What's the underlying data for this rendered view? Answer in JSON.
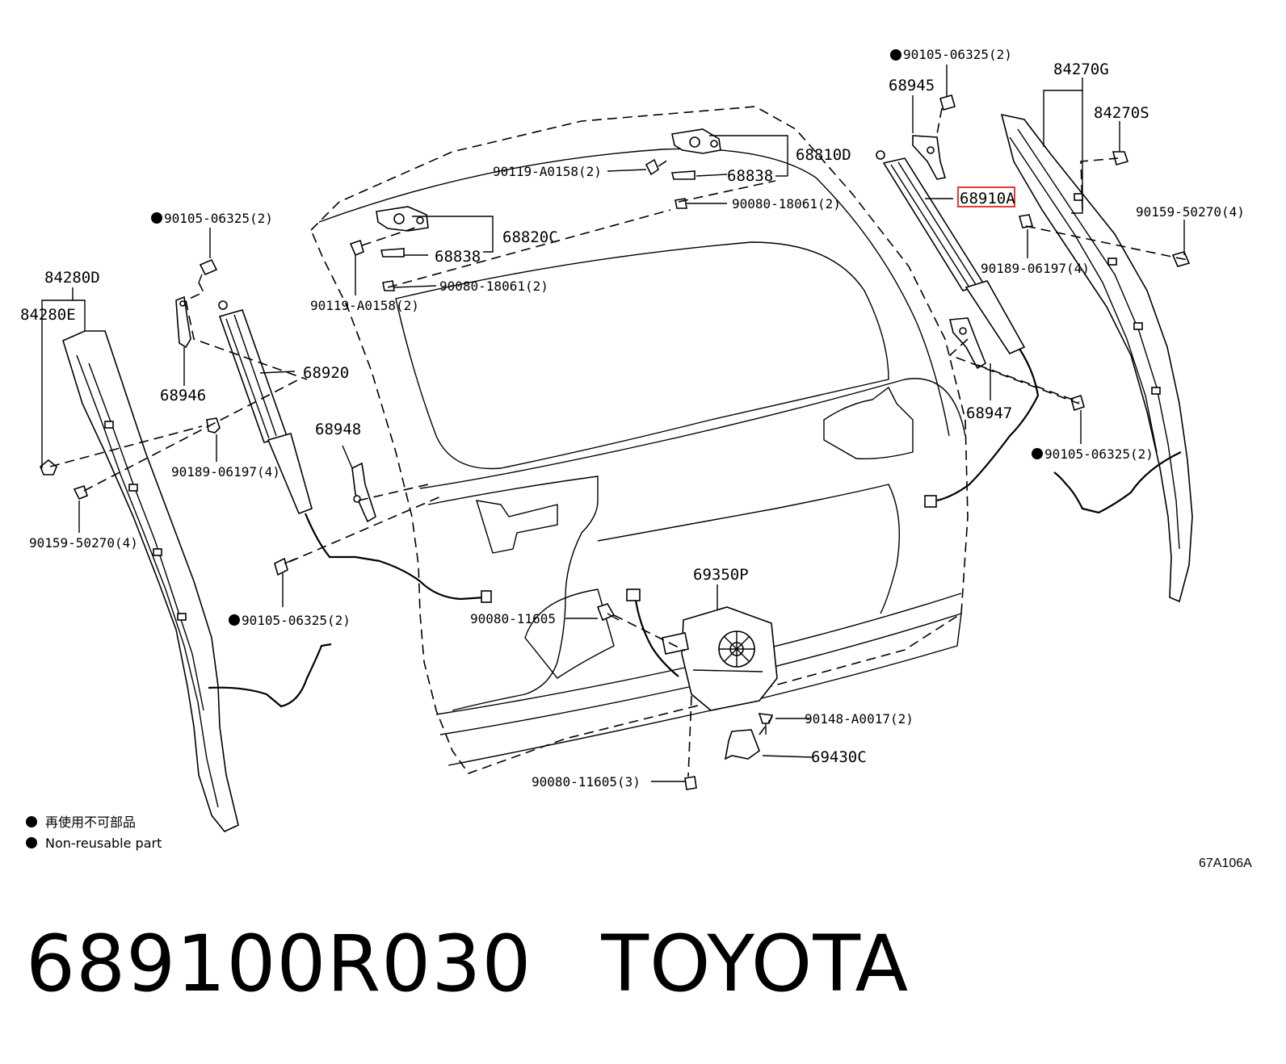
{
  "labels": {
    "l_84280D": "84280D",
    "l_84280E": "84280E",
    "l_90105_a": "90105-06325(2)",
    "l_68946": "68946",
    "l_68920": "68920",
    "l_90189_a": "90189-06197(4)",
    "l_90159_a": "90159-50270(4)",
    "l_68948": "68948",
    "l_90105_b": "90105-06325(2)",
    "l_90119_top": "90119-A0158(2)",
    "l_68838_top": "68838",
    "l_68810D": "68810D",
    "l_90080_18061_top": "90080-18061(2)",
    "l_68820C": "68820C",
    "l_68838_mid": "68838",
    "l_90080_18061_mid": "90080-18061(2)",
    "l_90119_mid": "90119-A0158(2)",
    "l_90105_c": "90105-06325(2)",
    "l_68945": "68945",
    "l_68910A": "68910A",
    "l_84270G": "84270G",
    "l_84270S": "84270S",
    "l_90159_b": "90159-50270(4)",
    "l_90189_b": "90189-06197(4)",
    "l_68947": "68947",
    "l_90105_d": "90105-06325(2)",
    "l_69350P": "69350P",
    "l_90080_11605": "90080-11605",
    "l_90148": "90148-A0017(2)",
    "l_69430C": "69430C",
    "l_90080_11605_3": "90080-11605(3)"
  },
  "legend": {
    "line1": "再使用不可部品",
    "line2": "Non-reusable part"
  },
  "figure_id": "67A106A",
  "caption": {
    "part_number": "689100R030",
    "brand": "TOYOTA"
  },
  "colors": {
    "highlight": "#e53935",
    "ink": "#000000"
  },
  "highlighted_part": "68910A"
}
